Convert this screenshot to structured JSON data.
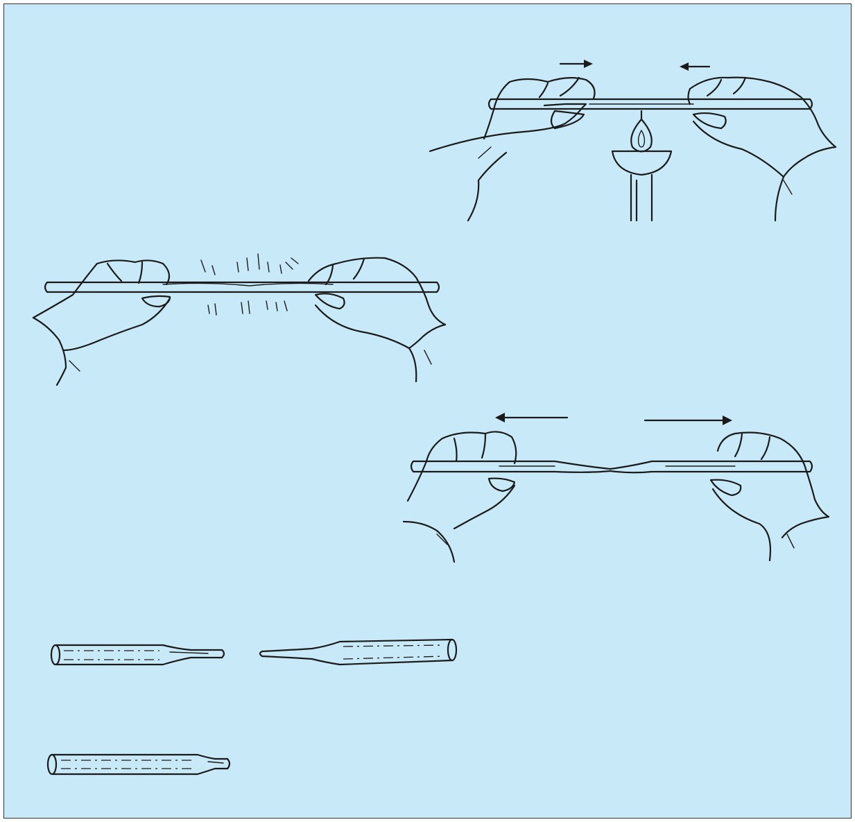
{
  "figure": {
    "background_color": "#c8e9f8",
    "border_color": "#333333",
    "ink_color": "#1a1a1a",
    "steps": [
      {
        "id": "heating",
        "icons": [
          "left-hand-icon",
          "right-hand-icon",
          "glass-tube-icon",
          "burner-flame-icon",
          "push-in-arrow-icon"
        ]
      },
      {
        "id": "softening",
        "icons": [
          "left-hand-icon",
          "right-hand-icon",
          "glowing-tube-icon",
          "heat-ray-icon"
        ]
      },
      {
        "id": "drawing-out",
        "icons": [
          "left-hand-icon",
          "right-hand-icon",
          "drawn-tube-icon",
          "pull-out-arrow-icon"
        ]
      },
      {
        "id": "drawn-pieces",
        "icons": [
          "tube-piece-icon",
          "tapered-tip-icon"
        ]
      },
      {
        "id": "finished-tube",
        "icons": [
          "finished-tube-icon"
        ]
      }
    ]
  }
}
